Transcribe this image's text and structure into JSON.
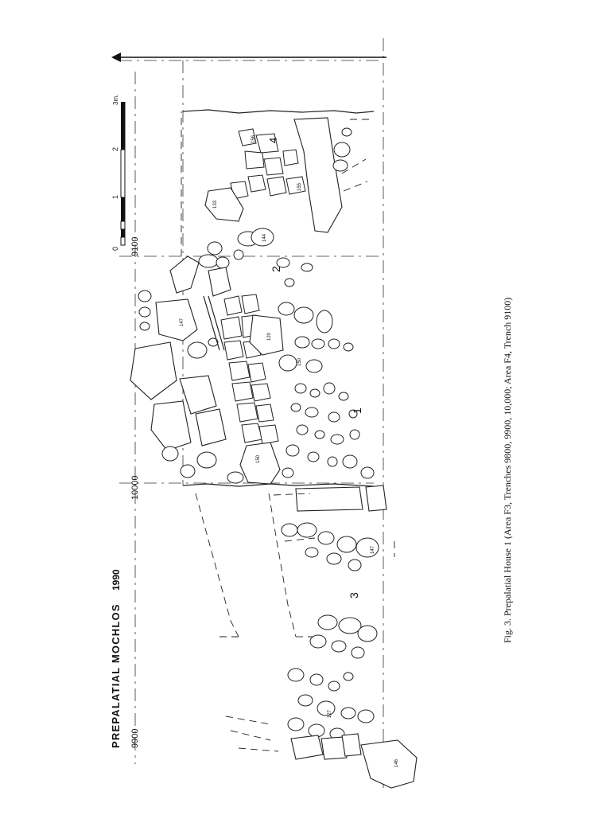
{
  "plan": {
    "title": "PREPALATIAL MOCHLOS",
    "year": "1990",
    "caption": "Fig. 3. Prepalatial House 1 (Area F3, Trenches 9800, 9900, 10,000; Area F4, Trench 9100)",
    "grid_labels": {
      "trench_9900": "9900",
      "trench_10000": "10000",
      "trench_9100": "9100"
    },
    "scale": {
      "ticks": [
        "0",
        "1",
        "2",
        "3m."
      ]
    },
    "room_numbers": [
      "1",
      "2",
      "3",
      "4"
    ],
    "elevations": [
      "146",
      "127",
      "147",
      "150",
      "150",
      "120",
      "147",
      "144",
      "133",
      "156",
      "155"
    ]
  }
}
